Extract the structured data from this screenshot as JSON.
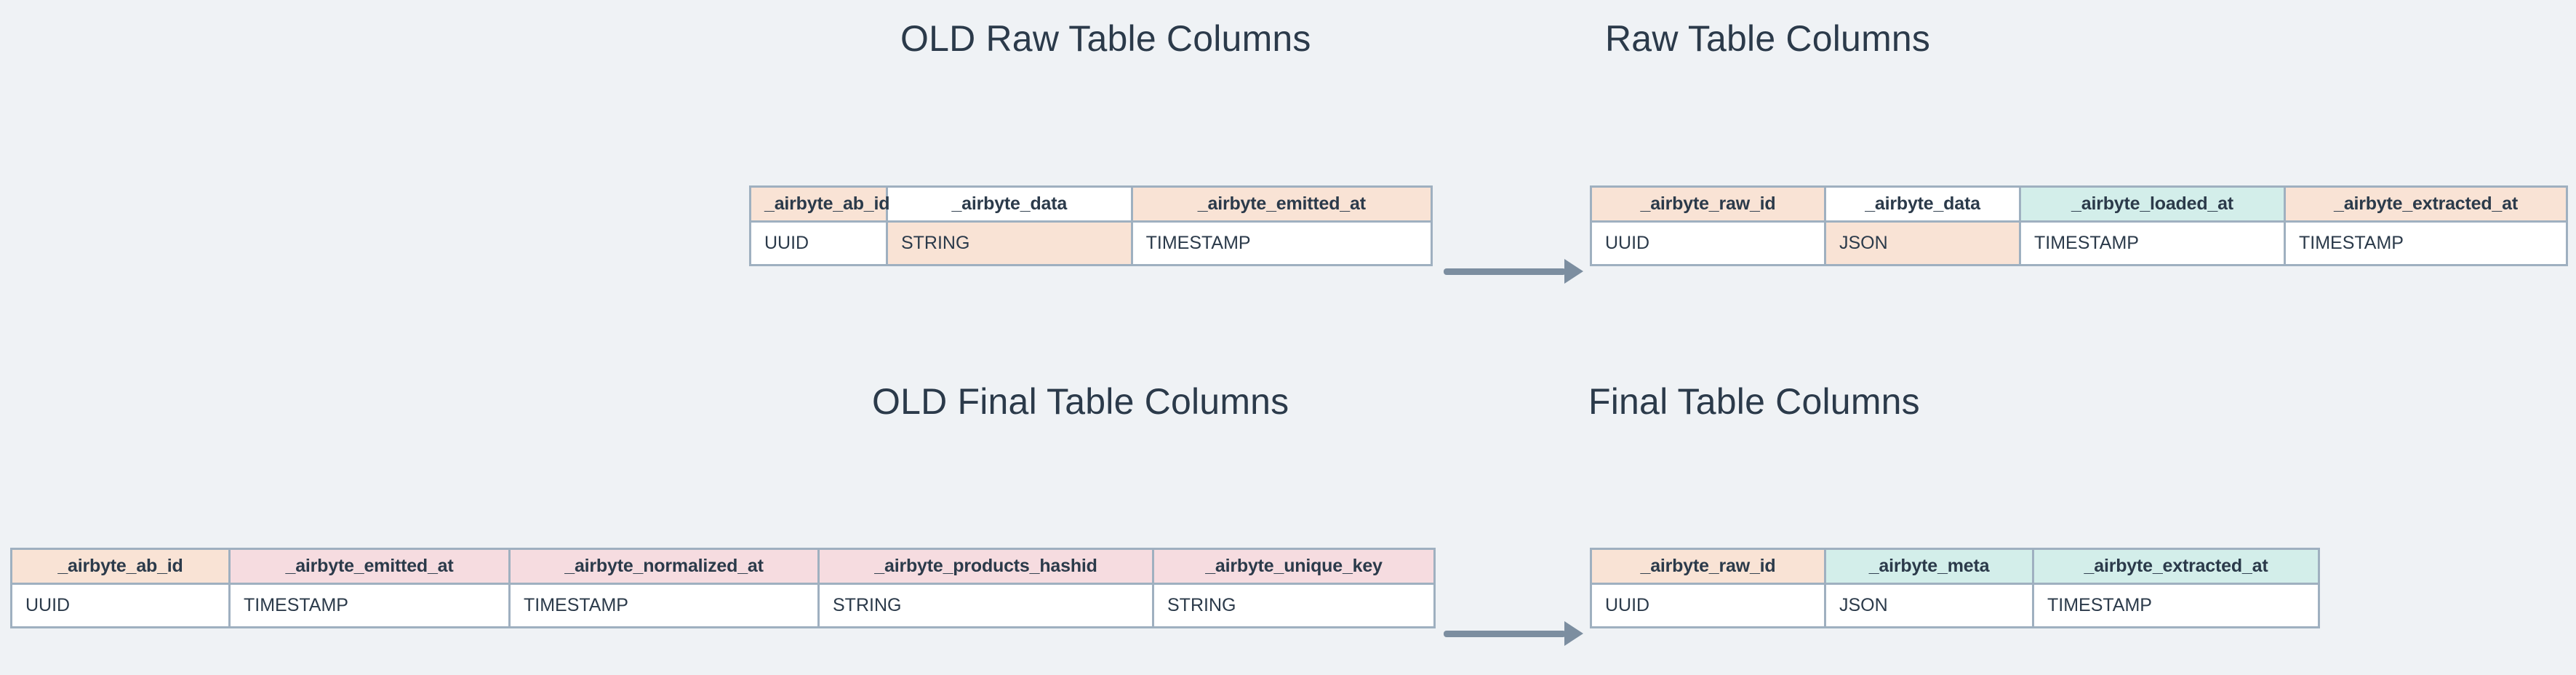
{
  "page": {
    "background_color": "#eff2f5",
    "text_color": "#2b3a4a",
    "border_color": "#9fb0c0",
    "accent_peach": "#f9e3d5",
    "accent_teal": "#d3eeea",
    "accent_pink": "#f6dce0",
    "arrow_color": "#7c8ea0"
  },
  "sections": {
    "old_raw": {
      "title": "OLD Raw Table Columns",
      "columns": [
        {
          "name": "_airbyte_ab_id",
          "type": "UUID",
          "header_color": "peach",
          "cell_color": "white"
        },
        {
          "name": "_airbyte_data",
          "type": "STRING",
          "header_color": "white",
          "cell_color": "peach"
        },
        {
          "name": "_airbyte_emitted_at",
          "type": "TIMESTAMP",
          "header_color": "peach",
          "cell_color": "white"
        }
      ]
    },
    "new_raw": {
      "title": "Raw Table Columns",
      "columns": [
        {
          "name": "_airbyte_raw_id",
          "type": "UUID",
          "header_color": "peach",
          "cell_color": "white"
        },
        {
          "name": "_airbyte_data",
          "type": "JSON",
          "header_color": "white",
          "cell_color": "peach"
        },
        {
          "name": "_airbyte_loaded_at",
          "type": "TIMESTAMP",
          "header_color": "teal",
          "cell_color": "white"
        },
        {
          "name": "_airbyte_extracted_at",
          "type": "TIMESTAMP",
          "header_color": "peach",
          "cell_color": "white"
        }
      ]
    },
    "old_final": {
      "title": "OLD Final Table Columns",
      "columns": [
        {
          "name": "_airbyte_ab_id",
          "type": "UUID",
          "header_color": "peach",
          "cell_color": "white"
        },
        {
          "name": "_airbyte_emitted_at",
          "type": "TIMESTAMP",
          "header_color": "pink",
          "cell_color": "white"
        },
        {
          "name": "_airbyte_normalized_at",
          "type": "TIMESTAMP",
          "header_color": "pink",
          "cell_color": "white"
        },
        {
          "name": "_airbyte_products_hashid",
          "type": "STRING",
          "header_color": "pink",
          "cell_color": "white"
        },
        {
          "name": "_airbyte_unique_key",
          "type": "STRING",
          "header_color": "pink",
          "cell_color": "white"
        }
      ]
    },
    "new_final": {
      "title": "Final Table Columns",
      "columns": [
        {
          "name": "_airbyte_raw_id",
          "type": "UUID",
          "header_color": "peach",
          "cell_color": "white"
        },
        {
          "name": "_airbyte_meta",
          "type": "JSON",
          "header_color": "teal",
          "cell_color": "white"
        },
        {
          "name": "_airbyte_extracted_at",
          "type": "TIMESTAMP",
          "header_color": "teal",
          "cell_color": "white"
        }
      ]
    }
  },
  "arrows": {
    "raw_transition_label": "old-raw-to-new-raw",
    "final_transition_label": "old-final-to-new-final"
  }
}
